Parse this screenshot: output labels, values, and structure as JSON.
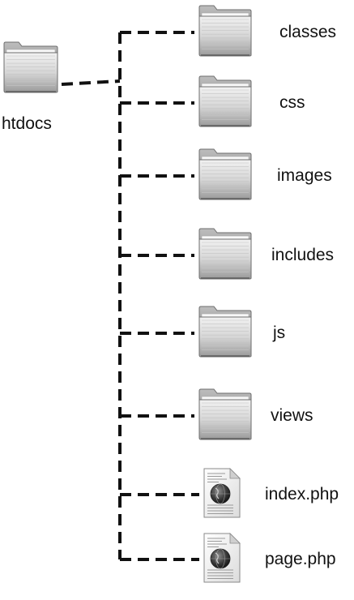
{
  "root": {
    "label": "htdocs",
    "icon": "folder-icon"
  },
  "children": [
    {
      "label": "classes",
      "icon": "folder-icon"
    },
    {
      "label": "css",
      "icon": "folder-icon"
    },
    {
      "label": "images",
      "icon": "folder-icon"
    },
    {
      "label": "includes",
      "icon": "folder-icon"
    },
    {
      "label": "js",
      "icon": "folder-icon"
    },
    {
      "label": "views",
      "icon": "folder-icon"
    },
    {
      "label": "index.php",
      "icon": "php-file-icon"
    },
    {
      "label": "page.php",
      "icon": "php-file-icon"
    }
  ],
  "colors": {
    "connector": "#111111",
    "folder_light": "#e4e4e4",
    "folder_dark": "#8c8c8c",
    "folder_outline": "#6e6e6e",
    "text": "#111111"
  }
}
